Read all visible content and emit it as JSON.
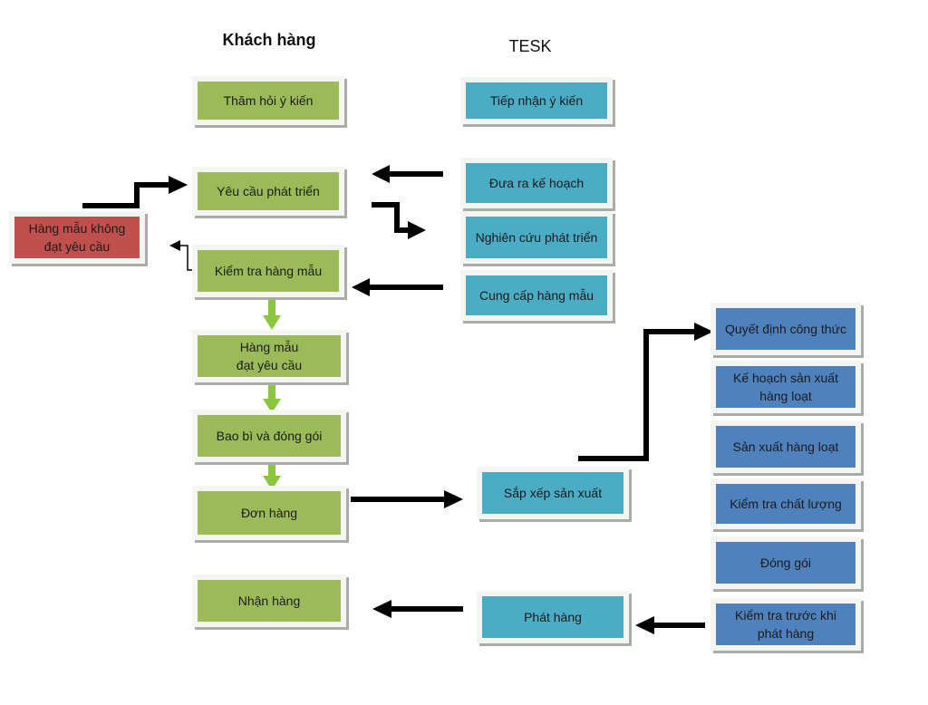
{
  "columns": {
    "customer": "Khách hàng",
    "company": "TESK"
  },
  "colors": {
    "customer_box": "#9bbb59",
    "company_box": "#4bacc6",
    "production_box": "#4f81bd",
    "rejected_box": "#c0504d",
    "flow_arrow_green": "#8cc63f",
    "flow_arrow_black": "#000000"
  },
  "customer_steps": [
    {
      "id": "tham-hoi",
      "label": "Thăm hỏi ý kiến"
    },
    {
      "id": "yeu-cau",
      "label": "Yêu cầu phát triển"
    },
    {
      "id": "kiem-tra-mau",
      "label": "Kiểm tra hàng mẫu"
    },
    {
      "id": "mau-dat",
      "label": "Hàng mẫu\nđạt yêu cầu"
    },
    {
      "id": "bao-bi",
      "label": "Bao bì và đóng gói"
    },
    {
      "id": "don-hang",
      "label": "Đơn hàng"
    },
    {
      "id": "nhan-hang",
      "label": "Nhận hàng"
    }
  ],
  "rejected": {
    "label": "Hàng mẫu không\nđạt yêu cầu"
  },
  "company_steps": [
    {
      "id": "tiep-nhan",
      "label": "Tiếp nhận ý kiến"
    },
    {
      "id": "dua-ra-ke-hoach",
      "label": "Đưa ra kế hoạch"
    },
    {
      "id": "nghien-cuu",
      "label": "Nghiên cứu phát triển"
    },
    {
      "id": "cung-cap-mau",
      "label": "Cung cấp hàng mẫu"
    },
    {
      "id": "sap-xep",
      "label": "Sắp xếp sản xuất"
    },
    {
      "id": "phat-hang",
      "label": "Phát hàng"
    }
  ],
  "production_steps": [
    {
      "id": "quyet-dinh",
      "label": "Quyết định công thức"
    },
    {
      "id": "ke-hoach-sx",
      "label": "Kế hoạch sản xuất\nhàng loạt"
    },
    {
      "id": "san-xuat",
      "label": "Sản xuất hàng loạt"
    },
    {
      "id": "kiem-tra-cl",
      "label": "Kiểm tra chất lượng"
    },
    {
      "id": "dong-goi",
      "label": "Đóng gói"
    },
    {
      "id": "kiem-tra-truoc",
      "label": "Kiểm tra trước khi\nphát hàng"
    }
  ]
}
